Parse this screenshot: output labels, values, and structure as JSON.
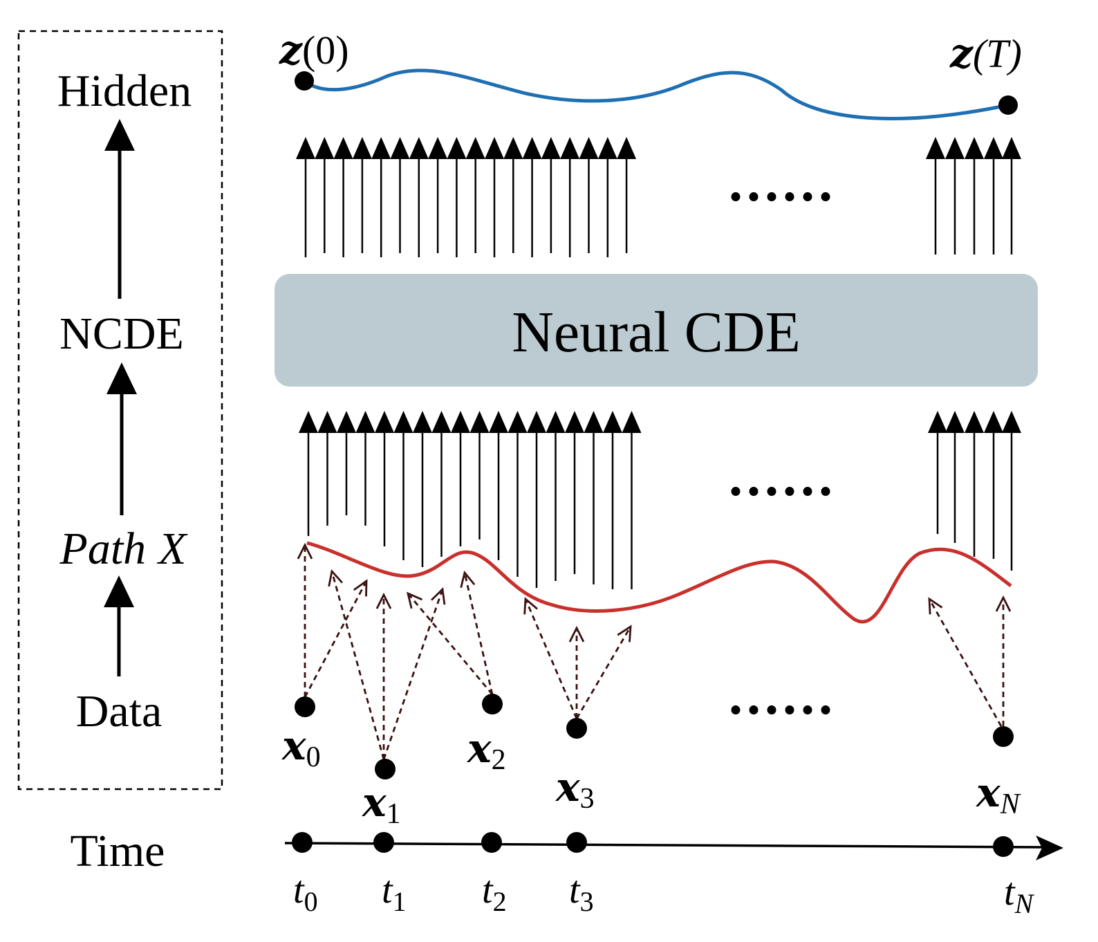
{
  "legend": {
    "hidden": "Hidden",
    "ncde": "NCDE",
    "path_word": "Path",
    "path_var": "X",
    "data": "Data",
    "time": "Time"
  },
  "hidden_labels": {
    "start_base": "z",
    "start_arg": "(0)",
    "end_base": "z",
    "end_arg": "(T)"
  },
  "model_label": "Neural CDE",
  "ellipsis": "......",
  "observations": [
    {
      "base": "x",
      "sub": "0"
    },
    {
      "base": "x",
      "sub": "1"
    },
    {
      "base": "x",
      "sub": "2"
    },
    {
      "base": "x",
      "sub": "3"
    },
    {
      "base": "x",
      "sub": "N"
    }
  ],
  "times": [
    {
      "base": "t",
      "sub": "0"
    },
    {
      "base": "t",
      "sub": "1"
    },
    {
      "base": "t",
      "sub": "2"
    },
    {
      "base": "t",
      "sub": "3"
    },
    {
      "base": "t",
      "sub": "N"
    }
  ],
  "colors": {
    "hidden_curve": "#1f6fb2",
    "path_curve": "#c9302c",
    "model_box": "#bccbd1",
    "dashed_arrow": "#3a1010",
    "ink": "#000000"
  }
}
